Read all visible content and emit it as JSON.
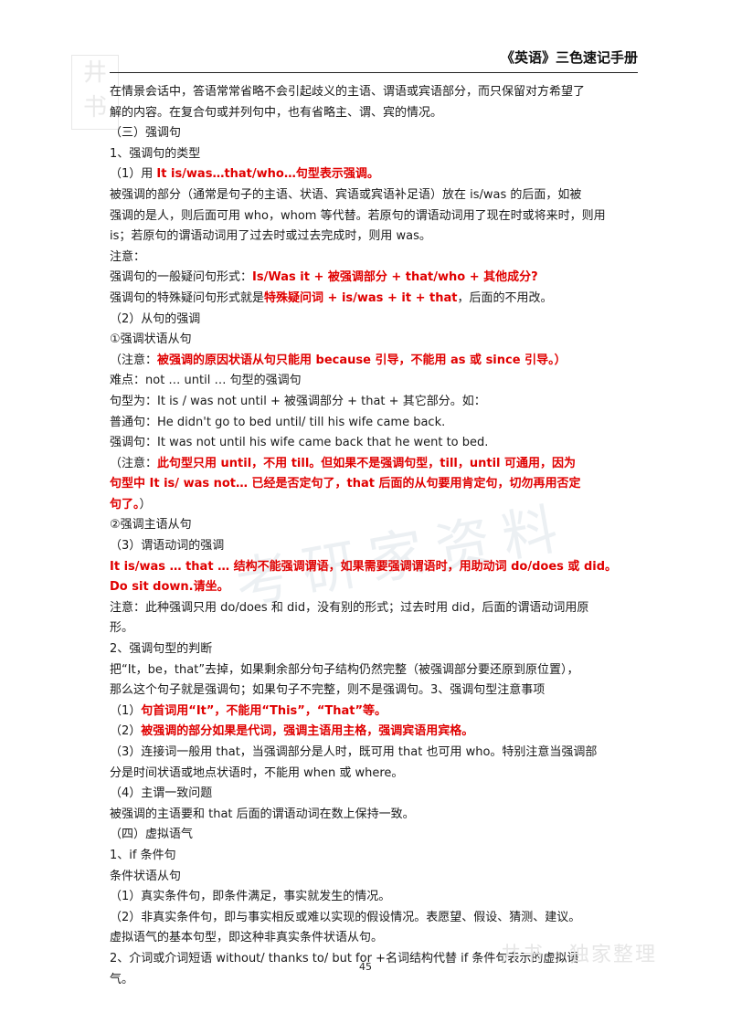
{
  "header": {
    "title": "《英语》三色速记手册"
  },
  "watermarks": {
    "top": "井书",
    "mid": "考研家资料",
    "bottom": "井书 · 独家整理"
  },
  "lines": [
    {
      "parts": [
        {
          "t": "在情景会话中，答语常常省略不会引起歧义的主语、谓语或宾语部分，而只保留对方希望了"
        }
      ]
    },
    {
      "parts": [
        {
          "t": "解的内容。在复合句或并列句中，也有省略主、谓、宾的情况。"
        }
      ]
    },
    {
      "parts": [
        {
          "t": "（三）强调句"
        }
      ]
    },
    {
      "parts": [
        {
          "t": "1、强调句的类型"
        }
      ]
    },
    {
      "parts": [
        {
          "t": "（1）用 "
        },
        {
          "t": "It is/was…that/who…句型表示强调。",
          "c": "red"
        }
      ]
    },
    {
      "parts": [
        {
          "t": "被强调的部分（通常是句子的主语、状语、宾语或宾语补足语）放在 is/was 的后面，如被"
        }
      ]
    },
    {
      "parts": [
        {
          "t": "强调的是人，则后面可用 who，whom 等代替。若原句的谓语动词用了现在时或将来时，则用"
        }
      ]
    },
    {
      "parts": [
        {
          "t": "is；若原句的谓语动词用了过去时或过去完成时，则用 was。"
        }
      ]
    },
    {
      "parts": [
        {
          "t": "注意："
        }
      ]
    },
    {
      "parts": [
        {
          "t": "强调句的一般疑问句形式："
        },
        {
          "t": "Is/Was it + 被强调部分 + that/who + 其他成分?",
          "c": "red"
        }
      ]
    },
    {
      "parts": [
        {
          "t": "强调句的特殊疑问句形式就是"
        },
        {
          "t": "特殊疑问词 + is/was + it + that",
          "c": "red"
        },
        {
          "t": "，后面的不用改。"
        }
      ]
    },
    {
      "parts": [
        {
          "t": "（2）从句的强调"
        }
      ]
    },
    {
      "parts": [
        {
          "t": "①强调状语从句"
        }
      ]
    },
    {
      "parts": [
        {
          "t": "（注意："
        },
        {
          "t": "被强调的原因状语从句只能用 because 引导，不能用 as 或 since 引导。）",
          "c": "red"
        }
      ]
    },
    {
      "parts": [
        {
          "t": "难点：not … until … 句型的强调句"
        }
      ]
    },
    {
      "parts": [
        {
          "t": "句型为：It is / was not until + 被强调部分 + that + 其它部分。如："
        }
      ]
    },
    {
      "parts": [
        {
          "t": "普通句：He didn't go to bed until/ till his wife came back."
        }
      ]
    },
    {
      "parts": [
        {
          "t": "强调句：It was not until his wife came back that he went to bed."
        }
      ]
    },
    {
      "parts": [
        {
          "t": "（注意："
        },
        {
          "t": "此句型只用 until，不用 till。但如果不是强调句型，till，until 可通用，因为",
          "c": "red"
        }
      ]
    },
    {
      "parts": [
        {
          "t": "句型中 It is/ was not… 已经是否定句了，that 后面的从句要用肯定句，切勿再用否定",
          "c": "red"
        }
      ]
    },
    {
      "parts": [
        {
          "t": "句了。",
          "c": "red"
        },
        {
          "t": "）"
        }
      ]
    },
    {
      "parts": [
        {
          "t": "②强调主语从句"
        }
      ]
    },
    {
      "parts": [
        {
          "t": "（3）谓语动词的强调"
        }
      ]
    },
    {
      "parts": [
        {
          "t": "It is/was … that … 结构不能强调谓语，如果需要强调谓语时，用助动词 do/does 或 did。",
          "c": "red"
        }
      ]
    },
    {
      "parts": [
        {
          "t": "Do sit down.请坐。",
          "c": "red"
        }
      ]
    },
    {
      "parts": [
        {
          "t": "注意：此种强调只用 do/does 和 did，没有别的形式；过去时用 did，后面的谓语动词用原"
        }
      ]
    },
    {
      "parts": [
        {
          "t": "形。"
        }
      ]
    },
    {
      "parts": [
        {
          "t": "2、强调句型的判断"
        }
      ]
    },
    {
      "parts": [
        {
          "t": "把“It，be，that”去掉，如果剩余部分句子结构仍然完整（被强调部分要还原到原位置），"
        }
      ]
    },
    {
      "parts": [
        {
          "t": "那么这个句子就是强调句；如果句子不完整，则不是强调句。3、强调句型注意事项"
        }
      ]
    },
    {
      "parts": [
        {
          "t": "（1）"
        },
        {
          "t": "句首词用“It”，不能用“This”，“That”等。",
          "c": "red"
        }
      ]
    },
    {
      "parts": [
        {
          "t": "（2）"
        },
        {
          "t": "被强调的部分如果是代词，强调主语用主格，强调宾语用宾格。",
          "c": "red"
        }
      ]
    },
    {
      "parts": [
        {
          "t": "（3）连接词一般用 that，当强调部分是人时，既可用 that 也可用 who。特别注意当强调部"
        }
      ]
    },
    {
      "parts": [
        {
          "t": "分是时间状语或地点状语时，不能用 when 或 where。"
        }
      ]
    },
    {
      "parts": [
        {
          "t": "（4）主谓一致问题"
        }
      ]
    },
    {
      "parts": [
        {
          "t": "被强调的主语要和 that 后面的谓语动词在数上保持一致。"
        }
      ]
    },
    {
      "parts": [
        {
          "t": "（四）虚拟语气"
        }
      ]
    },
    {
      "parts": [
        {
          "t": "1、if 条件句"
        }
      ]
    },
    {
      "parts": [
        {
          "t": "条件状语从句"
        }
      ]
    },
    {
      "parts": [
        {
          "t": "（1）真实条件句，即条件满足，事实就发生的情况。"
        }
      ]
    },
    {
      "parts": [
        {
          "t": "（2）非真实条件句，即与事实相反或难以实现的假设情况。表愿望、假设、猜测、建议。"
        }
      ]
    },
    {
      "parts": [
        {
          "t": "虚拟语气的基本句型，即这种非真实条件状语从句。"
        }
      ]
    },
    {
      "parts": [
        {
          "t": "2、介词或介词短语 without/ thanks to/ but for +名词结构代替 if 条件句表示的虚拟语"
        }
      ]
    },
    {
      "parts": [
        {
          "t": "气。"
        }
      ]
    }
  ],
  "footer": {
    "page_number": "45"
  }
}
